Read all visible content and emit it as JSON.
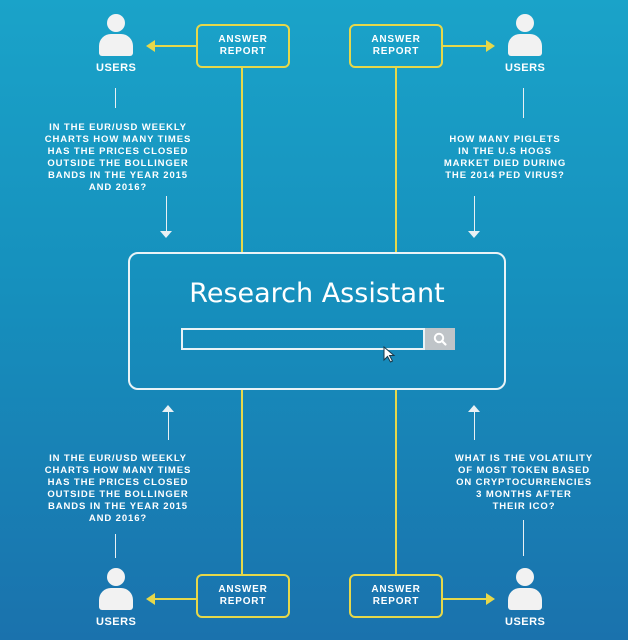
{
  "users": {
    "label": "USERS"
  },
  "report": {
    "line1": "ANSWER",
    "line2": "REPORT"
  },
  "main": {
    "title": "Research Assistant"
  },
  "questions": {
    "top_left": [
      "IN THE EUR/USD WEEKLY",
      "CHARTS HOW MANY TIMES",
      "HAS THE PRICES CLOSED",
      "OUTSIDE THE BOLLINGER",
      "BANDS IN THE YEAR 2015",
      "AND 2016?"
    ],
    "top_right": [
      "HOW MANY PIGLETS",
      "IN THE U.S HOGS",
      "MARKET DIED DURING",
      "THE 2014 PED VIRUS?"
    ],
    "bottom_left": [
      "IN THE EUR/USD WEEKLY",
      "CHARTS HOW MANY TIMES",
      "HAS THE PRICES CLOSED",
      "OUTSIDE THE BOLLINGER",
      "BANDS IN THE YEAR 2015",
      "AND 2016?"
    ],
    "bottom_right": [
      "WHAT IS THE VOLATILITY",
      "OF MOST TOKEN BASED",
      "ON CRYPTOCURRENCIES",
      "3 MONTHS AFTER",
      "THEIR ICO?"
    ]
  },
  "colors": {
    "accent": "#e6d84a",
    "line": "#e8f0f4",
    "bg_top": "#1aa3c9",
    "bg_bottom": "#1a72ad"
  },
  "icons": {
    "user": "user-icon",
    "search": "search-icon",
    "cursor": "cursor-icon"
  }
}
